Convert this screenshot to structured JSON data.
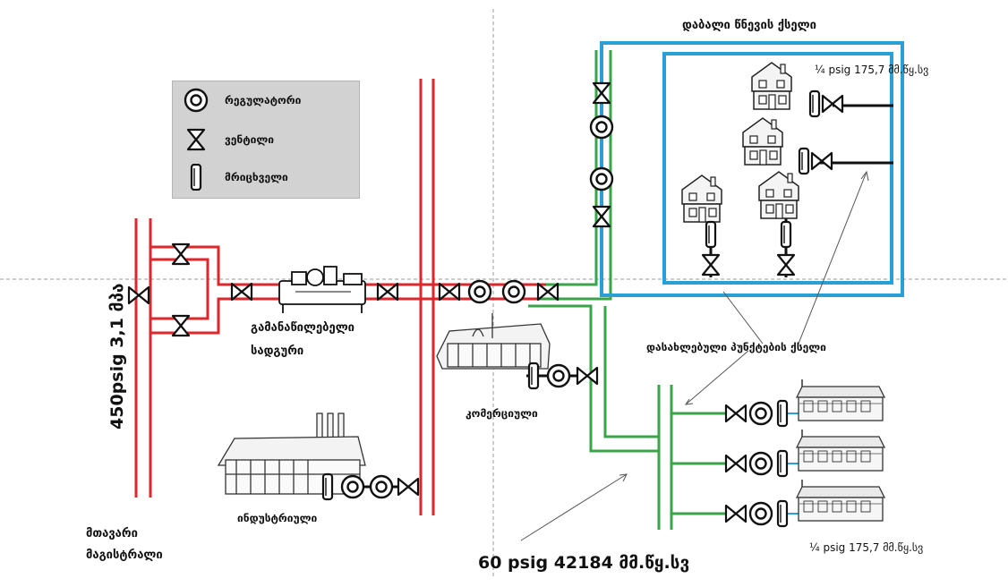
{
  "legend": {
    "regulator": "რეგულატორი",
    "valve": "ვენტილი",
    "meter": "მრიცხველი"
  },
  "labels": {
    "low_pressure_network": "დაბალი წნევის ქსელი",
    "pressure_left": "450psig  3,1 მპა",
    "distribution_station_line1": "გამანაწილებელი",
    "distribution_station_line2": "სადგური",
    "commercial": "კომერციული",
    "industrial": "ინდუსტრიული",
    "main_line_line1": "მთავარი",
    "main_line_line2": "მაგისტრალი",
    "settlement_network": "დასახლებული პუნქტების ქსელი",
    "pressure_mid": "60 psig  42184 მმ.წყ.სვ",
    "pressure_low_top": "¼ psig     175,7 მმ.წყ.სვ",
    "pressure_low_bottom": "¼ psig     175,7 მმ.წყ.სვ"
  },
  "colors": {
    "high_pressure": "#e0262b",
    "medium_pressure": "#37a548",
    "low_pressure": "#2a9fd6"
  }
}
